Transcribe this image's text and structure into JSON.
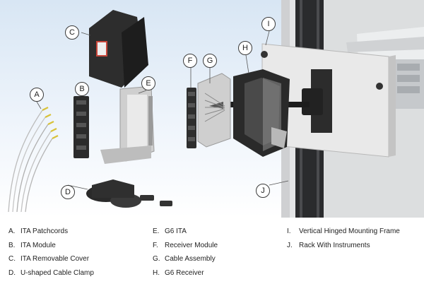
{
  "callouts": {
    "A": "A",
    "B": "B",
    "C": "C",
    "D": "D",
    "E": "E",
    "F": "F",
    "G": "G",
    "H": "H",
    "I": "I",
    "J": "J"
  },
  "legend": {
    "col1": [
      {
        "key": "A.",
        "label": "ITA Patchcords"
      },
      {
        "key": "B.",
        "label": "ITA Module"
      },
      {
        "key": "C.",
        "label": "ITA Removable Cover"
      },
      {
        "key": "D.",
        "label": "U-shaped Cable Clamp"
      }
    ],
    "col2": [
      {
        "key": "E.",
        "label": "G6 ITA"
      },
      {
        "key": "F.",
        "label": "Receiver Module"
      },
      {
        "key": "G.",
        "label": "Cable Assembly"
      },
      {
        "key": "H.",
        "label": "G6 Receiver"
      }
    ],
    "col3": [
      {
        "key": "I.",
        "label": "Vertical Hinged Mounting Frame"
      },
      {
        "key": "J.",
        "label": "Rack With Instruments"
      }
    ]
  },
  "colors": {
    "background_top": "#d8e6f4",
    "rack": "#e6e6e6",
    "component_dark": "#2b2b2b",
    "component_metal": "#c8c8c8",
    "cable_accent": "#d8c23a"
  }
}
